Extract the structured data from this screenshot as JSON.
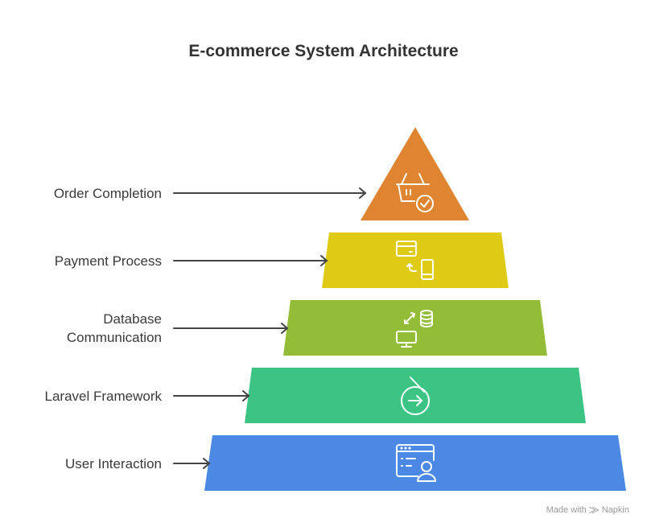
{
  "title": "E-commerce System Architecture",
  "layers": [
    {
      "label": "Order Completion",
      "icon": "basket-check-icon",
      "color": "#DF8431"
    },
    {
      "label": "Payment Process",
      "icon": "card-to-phone-icon",
      "color": "#DFCB16"
    },
    {
      "label": "Database Communication",
      "icon": "database-sync-icon",
      "color": "#93BC38"
    },
    {
      "label": "Laravel Framework",
      "icon": "circle-arrow-icon",
      "color": "#3CC484"
    },
    {
      "label": "User Interaction",
      "icon": "browser-user-icon",
      "color": "#4C89E4"
    }
  ],
  "watermark": "Made with ⨠ Napkin"
}
